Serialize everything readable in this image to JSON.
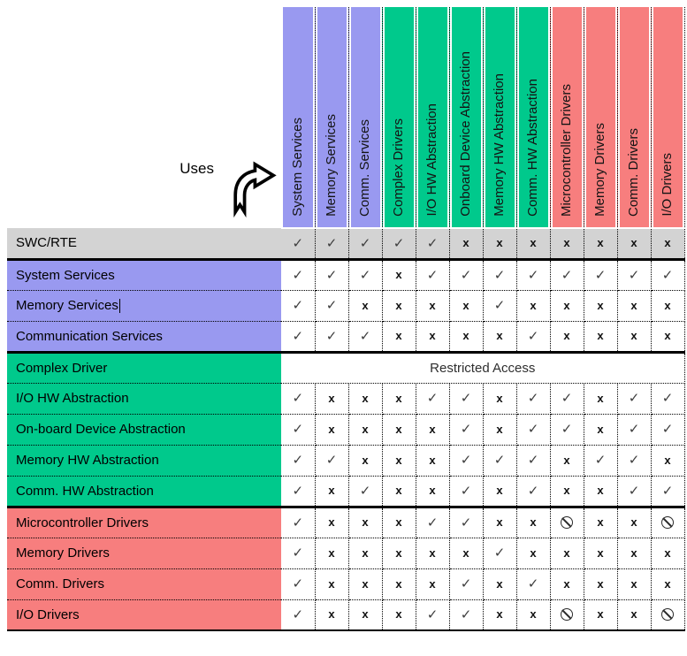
{
  "uses_label": "Uses",
  "glyphs": {
    "check": "✓",
    "cross": "x"
  },
  "colors": {
    "services": "#9999F0",
    "hw_abstraction": "#00C98C",
    "drivers": "#F77E7E",
    "rte_row": "#D3D3D3"
  },
  "columns": [
    {
      "label": "System Services",
      "group": "svc"
    },
    {
      "label": "Memory Services",
      "group": "svc"
    },
    {
      "label": "Comm. Services",
      "group": "svc"
    },
    {
      "label": "Complex Drivers",
      "group": "abs"
    },
    {
      "label": "I/O HW Abstraction",
      "group": "abs"
    },
    {
      "label": "Onboard Device Abstraction",
      "group": "abs"
    },
    {
      "label": "Memory HW Abstraction",
      "group": "abs"
    },
    {
      "label": "Comm. HW Abstraction",
      "group": "abs"
    },
    {
      "label": "Microcontroller Drivers",
      "group": "drv"
    },
    {
      "label": "Memory Drivers",
      "group": "drv"
    },
    {
      "label": "Comm. Drivers",
      "group": "drv"
    },
    {
      "label": "I/O Drivers",
      "group": "drv"
    }
  ],
  "rows": [
    {
      "label": "SWC/RTE",
      "group": "rte",
      "cells": [
        "check",
        "check",
        "check",
        "check",
        "check",
        "cross",
        "cross",
        "cross",
        "cross",
        "cross",
        "cross",
        "cross"
      ]
    },
    {
      "label": "System Services",
      "group": "svc",
      "cells": [
        "check",
        "check",
        "check",
        "cross",
        "check",
        "check",
        "check",
        "check",
        "check",
        "check",
        "check",
        "check"
      ]
    },
    {
      "label": "Memory Services",
      "group": "svc",
      "has_text_cursor": true,
      "cells": [
        "check",
        "check",
        "cross",
        "cross",
        "cross",
        "cross",
        "check",
        "cross",
        "cross",
        "cross",
        "cross",
        "cross"
      ]
    },
    {
      "label": "Communication Services",
      "group": "svc",
      "cells": [
        "check",
        "check",
        "check",
        "cross",
        "cross",
        "cross",
        "cross",
        "check",
        "cross",
        "cross",
        "cross",
        "cross"
      ]
    },
    {
      "label": "Complex Driver",
      "group": "abs",
      "merged_label": "Restricted Access"
    },
    {
      "label": "I/O HW Abstraction",
      "group": "abs",
      "cells": [
        "check",
        "cross",
        "cross",
        "cross",
        "check",
        "check",
        "cross",
        "check",
        "check",
        "cross",
        "check",
        "check"
      ]
    },
    {
      "label": "On-board Device Abstraction",
      "group": "abs",
      "cells": [
        "check",
        "cross",
        "cross",
        "cross",
        "cross",
        "check",
        "cross",
        "check",
        "check",
        "cross",
        "check",
        "check"
      ]
    },
    {
      "label": "Memory HW Abstraction",
      "group": "abs",
      "cells": [
        "check",
        "check",
        "cross",
        "cross",
        "cross",
        "check",
        "check",
        "check",
        "cross",
        "check",
        "check",
        "cross"
      ]
    },
    {
      "label": "Comm. HW Abstraction",
      "group": "abs",
      "cells": [
        "check",
        "cross",
        "check",
        "cross",
        "cross",
        "check",
        "cross",
        "check",
        "cross",
        "cross",
        "check",
        "check"
      ]
    },
    {
      "label": "Microcontroller Drivers",
      "group": "drv",
      "cells": [
        "check",
        "cross",
        "cross",
        "cross",
        "check",
        "check",
        "cross",
        "cross",
        "denied",
        "cross",
        "cross",
        "denied"
      ]
    },
    {
      "label": "Memory Drivers",
      "group": "drv",
      "cells": [
        "check",
        "cross",
        "cross",
        "cross",
        "cross",
        "cross",
        "check",
        "cross",
        "cross",
        "cross",
        "cross",
        "cross"
      ]
    },
    {
      "label": "Comm. Drivers",
      "group": "drv",
      "cells": [
        "check",
        "cross",
        "cross",
        "cross",
        "cross",
        "check",
        "cross",
        "check",
        "cross",
        "cross",
        "cross",
        "cross"
      ]
    },
    {
      "label": "I/O Drivers",
      "group": "drv",
      "cells": [
        "check",
        "cross",
        "cross",
        "cross",
        "check",
        "check",
        "cross",
        "cross",
        "denied",
        "cross",
        "cross",
        "denied"
      ]
    }
  ]
}
